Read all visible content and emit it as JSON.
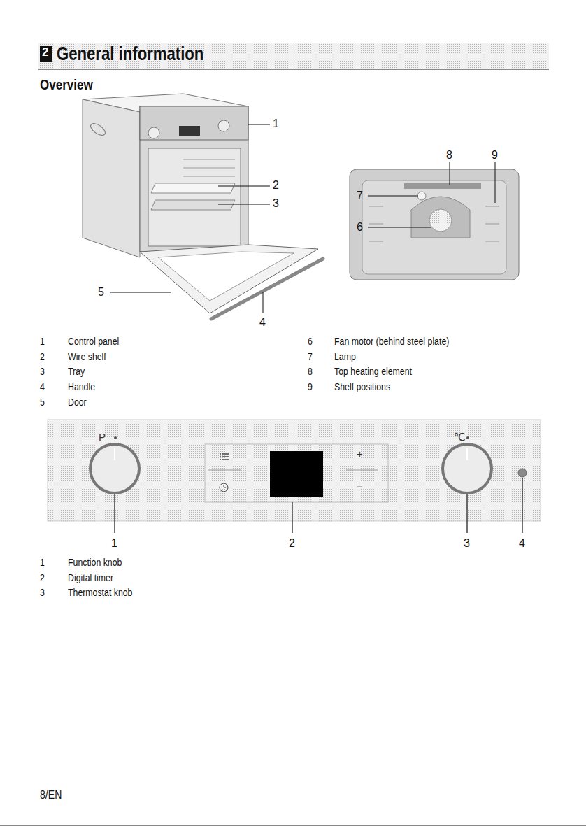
{
  "diagram": {
    "title": "General information",
    "labels": [
      "2",
      "Overview",
      "1",
      "2",
      "3",
      "5",
      "4",
      "8",
      "9",
      "7",
      "6",
      "1",
      "Control panel",
      "2",
      "Wire shelf",
      "3",
      "Tray",
      "4",
      "Handle",
      "5",
      "Door",
      "6",
      "Fan motor (behind steel plate)",
      "7",
      "Lamp",
      "8",
      "Top heating element",
      "9",
      "Shelf positions",
      "P",
      "℃",
      "+",
      "−",
      "1",
      "2",
      "3",
      "4",
      "1",
      "Function knob",
      "2",
      "Digital timer",
      "3",
      "Thermostat knob",
      "8/EN"
    ]
  }
}
